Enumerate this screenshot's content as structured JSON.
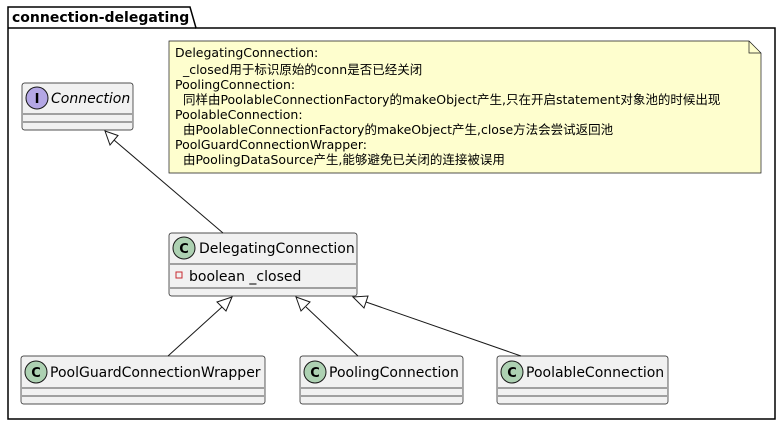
{
  "package": {
    "name": "connection-delegating"
  },
  "note": {
    "lines": [
      "DelegatingConnection:",
      "  _closed用于标识原始的conn是否已经关闭",
      "PoolingConnection:",
      "  同样由PoolableConnectionFactory的makeObject产生,只在开启statement对象池的时候出现",
      "PoolableConnection:",
      "  由PoolableConnectionFactory的makeObject产生,close方法会尝试返回池",
      "PoolGuardConnectionWrapper:",
      "  由PoolingDataSource产生,能够避免已关闭的连接被误用"
    ]
  },
  "classes": {
    "connection": {
      "name": "Connection",
      "stereotype_letter": "I"
    },
    "delegating": {
      "name": "DelegatingConnection",
      "stereotype_letter": "C",
      "attribute_visibility": "-",
      "attribute": "boolean _closed"
    },
    "poolguard": {
      "name": "PoolGuardConnectionWrapper",
      "stereotype_letter": "C"
    },
    "pooling": {
      "name": "PoolingConnection",
      "stereotype_letter": "C"
    },
    "poolable": {
      "name": "PoolableConnection",
      "stereotype_letter": "C"
    }
  },
  "colors": {
    "class_fill": "#f1f1f1",
    "border": "#181818",
    "interface_circle": "#b4a7e5",
    "class_circle": "#add1b2",
    "note_fill": "#fefece",
    "attr_private": "#c82930"
  }
}
